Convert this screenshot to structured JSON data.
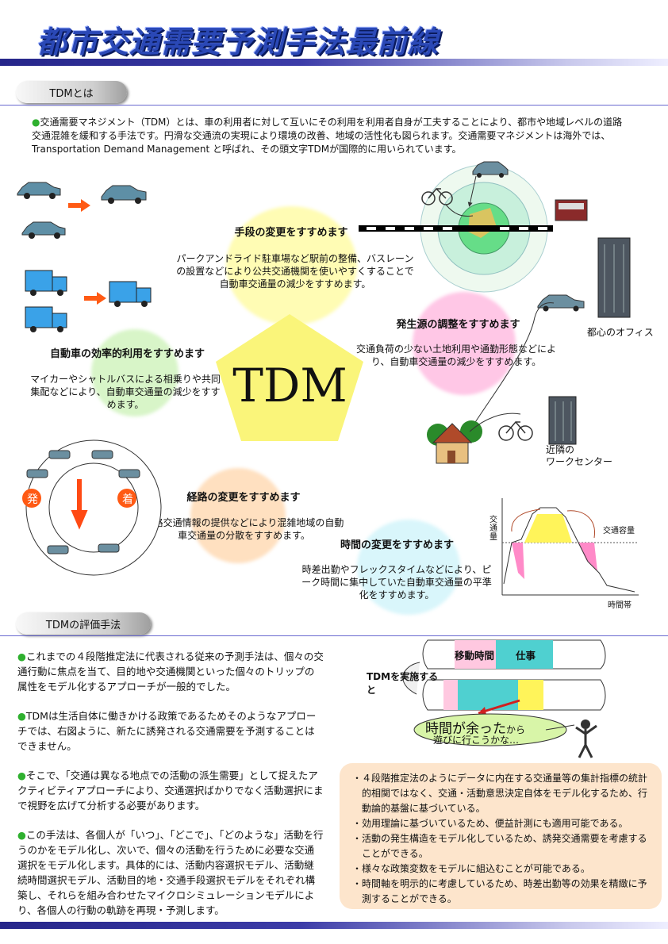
{
  "page_title": "都市交通需要予測手法最前線",
  "section1": {
    "tab_label": "TDMとは",
    "intro": "交通需要マネジメント（TDM）とは、車の利用者に対して互いにその利用を利用者自身が工夫することにより、都市や地域レベルの道路交通混雑を緩和する手法です。円滑な交通流の実現により環境の改善、地域の活性化も図られます。交通需要マネジメントは海外では、Transportation Demand Management と呼ばれ、その頭文字TDMが国際的に用いられています。"
  },
  "diagram": {
    "center": "TDM",
    "measures": [
      {
        "title": "手段の変更をすすめます",
        "text": "パークアンドライド駐車場など駅前の整備、バスレーンの設置などにより公共交通機関を使いやすくすることで自動車交通量の減少をすすめます。"
      },
      {
        "title": "発生源の調整をすすめます",
        "text": "交通負荷の少ない土地利用や通勤形態などにより、自動車交通量の減少をすすめます。"
      },
      {
        "title": "自動車の効率的利用をすすめます",
        "text": "マイカーやシャトルバスによる相乗りや共同集配などにより、自動車交通量の減少をすすめます。"
      },
      {
        "title": "経路の変更をすすめます",
        "text": "道路交通情報の提供などにより混雑地域の自動車交通量の分散をすすめます。"
      },
      {
        "title": "時間の変更をすすめます",
        "text": "時差出勤やフレックスタイムなどにより、ピーク時間に集中していた自動車交通量の平準化をすすめます。"
      }
    ],
    "labels": {
      "office": "都心のオフィス",
      "work_center_1": "近隣の",
      "work_center_2": "ワークセンター",
      "origin": "発",
      "destination": "着",
      "axis_y": "交通量",
      "axis_x": "時間帯",
      "capacity": "交通容量"
    },
    "colors": {
      "yellow": "#fffcb4",
      "pink": "#ffc7e6",
      "green": "#d8f5c8",
      "orange": "#ffe0c0",
      "cyan": "#d9f6fb",
      "pentagon": "#faf57a"
    }
  },
  "section2": {
    "tab_label": "TDMの評価手法",
    "paragraphs": [
      "これまでの４段階推定法に代表される従来の予測手法は、個々の交通行動に焦点を当て、目的地や交通機関といった個々のトリップの属性をモデル化するアプローチが一般的でした。",
      "TDMは生活自体に働きかける政策であるためそのようなアプローチでは、右図ように、新たに誘発される交通需要を予測することはできません。",
      "そこで、「交通は異なる地点での活動の派生需要」として捉えたアクティビティアプローチにより、交通選択ばかりでなく活動選択にまで視野を広げて分析する必要があります。",
      "この手法は、各個人が「いつ」、「どこで」、「どのような」活動を行うのかをモデル化し、次いで、個々の活動を行うために必要な交通選択をモデル化します。具体的には、活動内容選択モデル、活動継続時間選択モデル、活動目的地・交通手段選択モデルをそれぞれ構築し、それらを組み合わせたマイクロシミュレーションモデルにより、各個人の行動の軌跡を再現・予測します。"
    ],
    "timeline": {
      "travel": "移動時間",
      "work": "仕事",
      "after_tdm": "TDMを実施すると",
      "bubble_big": "時間が余った",
      "bubble_small": "から",
      "bubble_line2": "遊びに行こうかな…"
    },
    "info_box": [
      "・４段階推定法のようにデータに内在する交通量等の集計指標の統計的相関ではなく、交通・活動意思決定自体をモデル化するため、行動論的基盤に基づいている。",
      "・効用理論に基づいているため、便益計測にも適用可能である。",
      "・活動の発生構造をモデル化しているため、誘発交通需要を考慮することができる。",
      "・様々な政策変数をモデルに組込むことが可能である。",
      "・時間軸を明示的に考慮しているため、時差出勤等の効果を精緻に予測することができる。"
    ]
  }
}
